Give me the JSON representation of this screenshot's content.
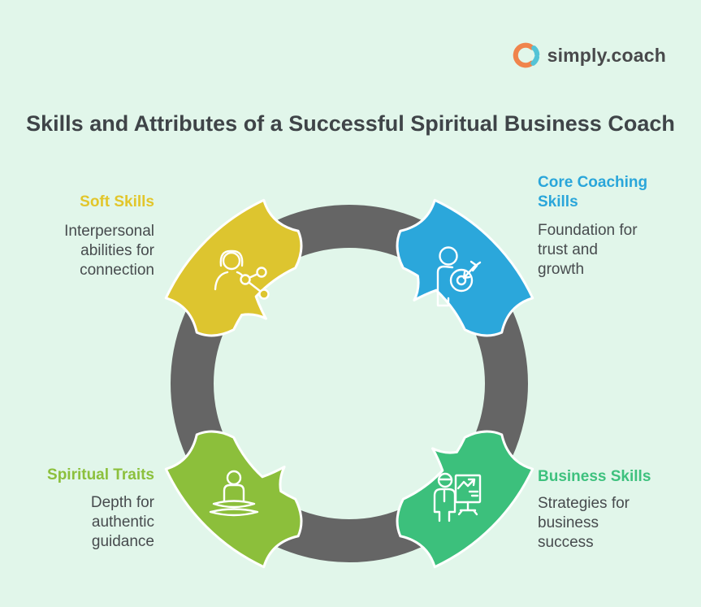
{
  "page": {
    "background_color": "#e1f6ea"
  },
  "logo": {
    "brand": "simply.coach",
    "icon_orange": "#F0844C",
    "icon_teal": "#53C3D6"
  },
  "title": "Skills and Attributes of a Successful Spiritual Business Coach",
  "diagram": {
    "type": "circular-cycle",
    "ring_color": "#656565",
    "outline_color": "#ffffff",
    "segments": [
      {
        "id": "soft-skills",
        "position": "top-left",
        "heading": "Soft Skills",
        "description": "Interpersonal abilities for connection",
        "color": "#DDC52F",
        "heading_color": "#E2C62B",
        "icon": "person-share-icon"
      },
      {
        "id": "core-coaching-skills",
        "position": "top-right",
        "heading": "Core Coaching Skills",
        "description": "Foundation for trust and growth",
        "color": "#2BA7DB",
        "heading_color": "#2AA6DA",
        "icon": "person-target-icon"
      },
      {
        "id": "spiritual-traits",
        "position": "bottom-left",
        "heading": "Spiritual Traits",
        "description": "Depth for authentic guidance",
        "color": "#8CBF3B",
        "heading_color": "#8CC03C",
        "icon": "meditation-icon"
      },
      {
        "id": "business-skills",
        "position": "bottom-right",
        "heading": "Business Skills",
        "description": "Strategies for business success",
        "color": "#3CC07C",
        "heading_color": "#3EC17E",
        "icon": "presenter-chart-icon"
      }
    ]
  }
}
